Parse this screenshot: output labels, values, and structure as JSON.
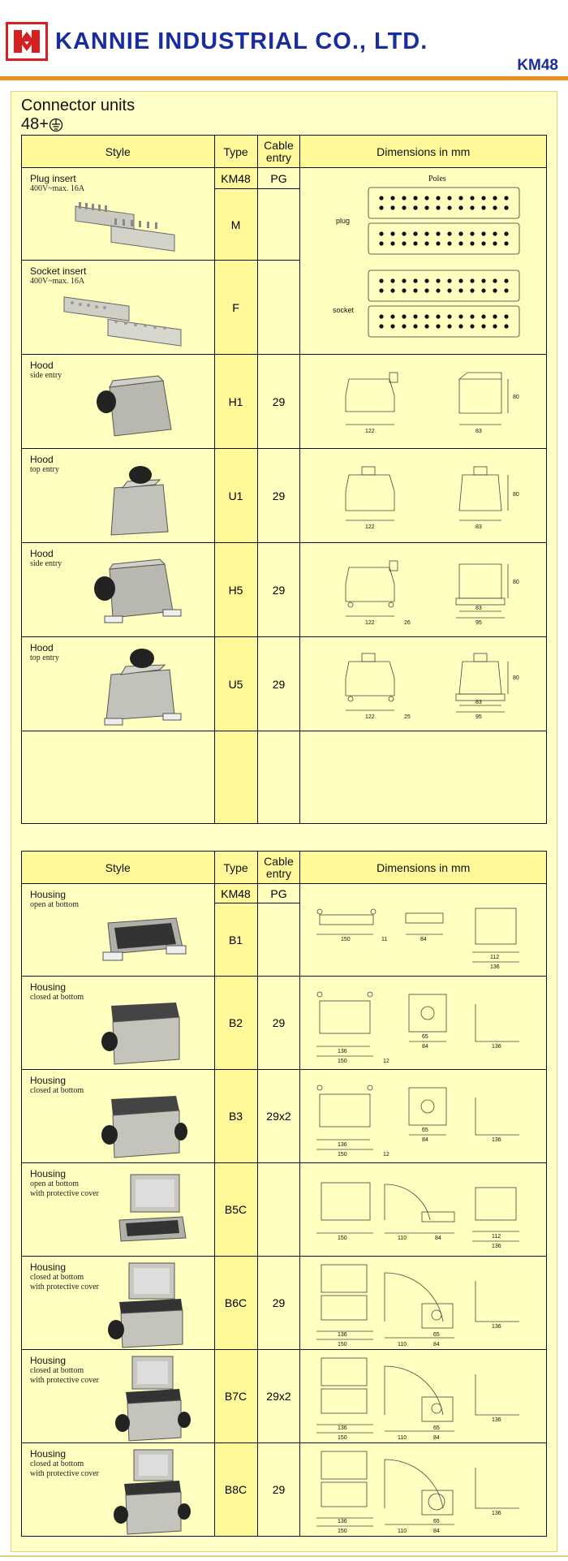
{
  "header": {
    "company": "KANNIE INDUSTRIAL CO., LTD.",
    "code": "KM48"
  },
  "section": {
    "title": "Connector units",
    "subtitle": "48+"
  },
  "table_headers": {
    "style": "Style",
    "type": "Type",
    "cable": "Cable entry",
    "dims": "Dimensions  in  mm"
  },
  "table1": {
    "subheader": {
      "type": "KM48",
      "cable": "PG"
    },
    "rows": [
      {
        "name": "Plug insert",
        "desc": "400V~max. 16A",
        "type": "M",
        "cable": ""
      },
      {
        "name": "Socket insert",
        "desc": "400V~max. 16A",
        "type": "F",
        "cable": ""
      },
      {
        "name": "Hood",
        "desc": "side entry",
        "type": "H1",
        "cable": "29"
      },
      {
        "name": "Hood",
        "desc": "top entry",
        "type": "U1",
        "cable": "29"
      },
      {
        "name": "Hood",
        "desc": "side entry",
        "type": "H5",
        "cable": "29"
      },
      {
        "name": "Hood",
        "desc": "top entry",
        "type": "U5",
        "cable": "29"
      }
    ],
    "poles_label": "Poles",
    "plug_label": "plug",
    "socket_label": "socket"
  },
  "table2": {
    "subheader": {
      "type": "KM48",
      "cable": "PG"
    },
    "rows": [
      {
        "name": "Housing",
        "desc": "open at bottom",
        "type": "B1",
        "cable": ""
      },
      {
        "name": "Housing",
        "desc": "closed at bottom",
        "type": "B2",
        "cable": "29"
      },
      {
        "name": "Housing",
        "desc": "closed at bottom",
        "type": "B3",
        "cable": "29x2"
      },
      {
        "name": "Housing",
        "desc": "open at bottom\nwith protective cover",
        "type": "B5C",
        "cable": ""
      },
      {
        "name": "Housing",
        "desc": "closed at bottom\nwith protective cover",
        "type": "B6C",
        "cable": "29"
      },
      {
        "name": "Housing",
        "desc": "closed at bottom\nwith protective cover",
        "type": "B7C",
        "cable": "29x2"
      },
      {
        "name": "Housing",
        "desc": "closed at bottom\nwith protective cover",
        "type": "B8C",
        "cable": "29"
      }
    ]
  },
  "colors": {
    "brand_blue": "#1a2d9c",
    "logo_red": "#d62020",
    "rule_orange": "#f08c1e",
    "page_yellow": "#ffffc8",
    "type_col_yellow": "#fff99a"
  }
}
